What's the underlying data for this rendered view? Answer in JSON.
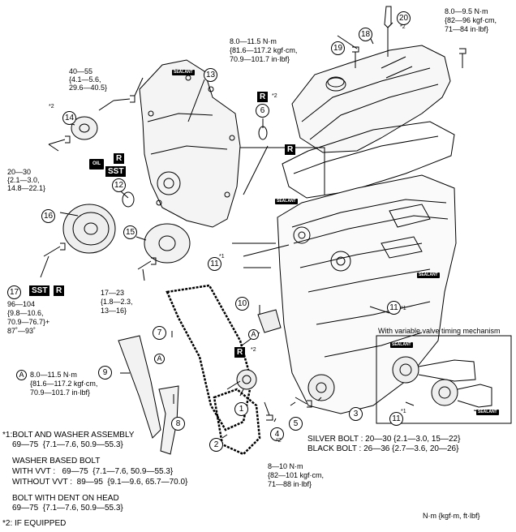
{
  "torques": {
    "t20": [
      "8.0—9.5 N·m",
      "{82—96 kgf·cm,",
      "71—84 in·lbf}"
    ],
    "t13": [
      "8.0—11.5 N·m",
      "{81.6—117.2 kgf·cm,",
      "70.9—101.7 in·lbf}"
    ],
    "t40": [
      "40—55",
      "{4.1—5.6,",
      "29.6—40.5}"
    ],
    "t20b": [
      "20—30",
      "{2.1—3.0,",
      "14.8—22.1}"
    ],
    "t17": [
      "96—104",
      "{9.8—10.6,",
      "70.9—76.7}+",
      "87˚—93˚"
    ],
    "t15": [
      "17—23",
      "{1.8—2.3,",
      "13—16}"
    ],
    "tA": [
      "8.0—11.5 N·m",
      "{81.6—117.2 kgf·cm,",
      "70.9—101.7 in·lbf}"
    ],
    "t4": [
      "8—10 N·m",
      "{82—101 kgf·cm,",
      "71—88 in·lbf}"
    ]
  },
  "callouts": [
    "1",
    "2",
    "3",
    "4",
    "5",
    "6",
    "7",
    "8",
    "9",
    "10",
    "11",
    "11",
    "11",
    "12",
    "13",
    "14",
    "15",
    "16",
    "17",
    "18",
    "19",
    "20"
  ],
  "labels": {
    "sealant": "SEALANT",
    "r": "R",
    "sst": "SST",
    "oil": "OIL",
    "a": "A",
    "star1": "*1",
    "star2": "*2",
    "vvt_title": "With variable valve timing mechanism",
    "silver_bolt": "SILVER BOLT : 20—30 {2.1—3.0, 15—22}",
    "black_bolt": "BLACK BOLT : 26—36 {2.7—3.6, 20—26}",
    "unit": "N·m {kgf·m, ft·lbf}"
  },
  "notes": {
    "n1": "*1:BOLT AND WASHER ASSEMBLY",
    "n1v": "69—75  {7.1—7.6, 50.9—55.3}",
    "washer": "WASHER BASED BOLT",
    "with_vvt": "WITH VVT :   69—75  {7.1—7.6, 50.9—55.3}",
    "without_vvt": "WITHOUT VVT :  89—95  {9.1—9.6, 65.7—70.0}",
    "dent": "BOLT WITH DENT ON HEAD",
    "dentv": "69—75  {7.1—7.6, 50.9—55.3}",
    "n2": "*2: IF EQUIPPED"
  }
}
